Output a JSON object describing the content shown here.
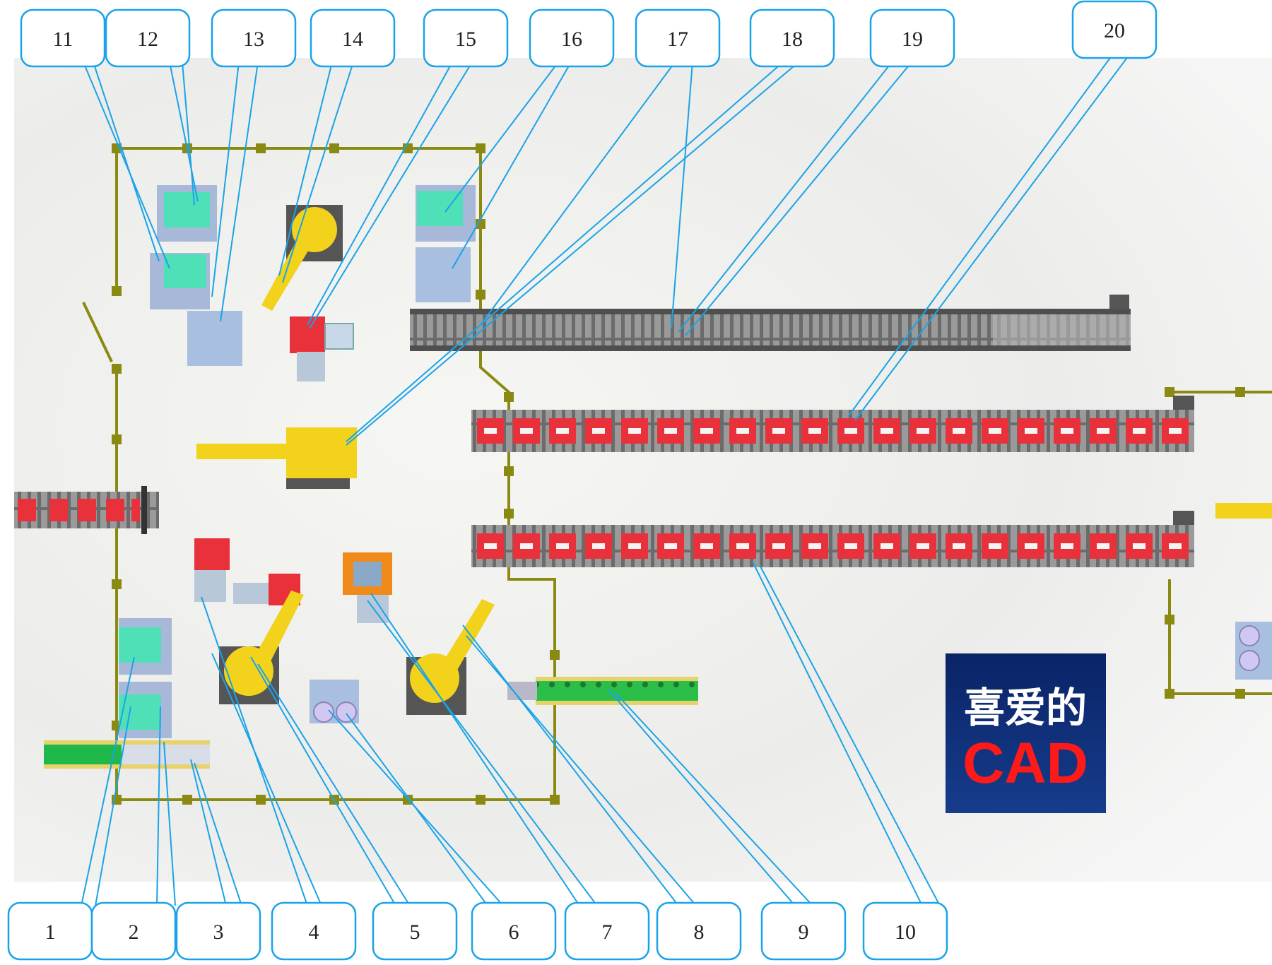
{
  "callouts": [
    "1",
    "2",
    "3",
    "4",
    "5",
    "6",
    "7",
    "8",
    "9",
    "10",
    "11",
    "12",
    "13",
    "14",
    "15",
    "16",
    "17",
    "18",
    "19",
    "20"
  ],
  "badge": {
    "line1": "喜爱的",
    "line2": "CAD"
  },
  "colors": {
    "leader": "#1aa3e8",
    "callout_border": "#1aa3e8",
    "fence": "#8a8a12",
    "robot": "#f2d21a",
    "fixture": "#e8313a",
    "machine": "#4fe0b8",
    "conveyor": "#5a5a5a",
    "green_conveyor": "#1fb84a",
    "badge_bg": "#0d2a6b",
    "badge_text_top": "#ffffff",
    "badge_text_bottom": "#ff1a1a"
  },
  "icons": [
    "industrial-robot-icon",
    "conveyor-icon",
    "fixture-icon",
    "cnc-machine-icon",
    "safety-fence-icon"
  ]
}
